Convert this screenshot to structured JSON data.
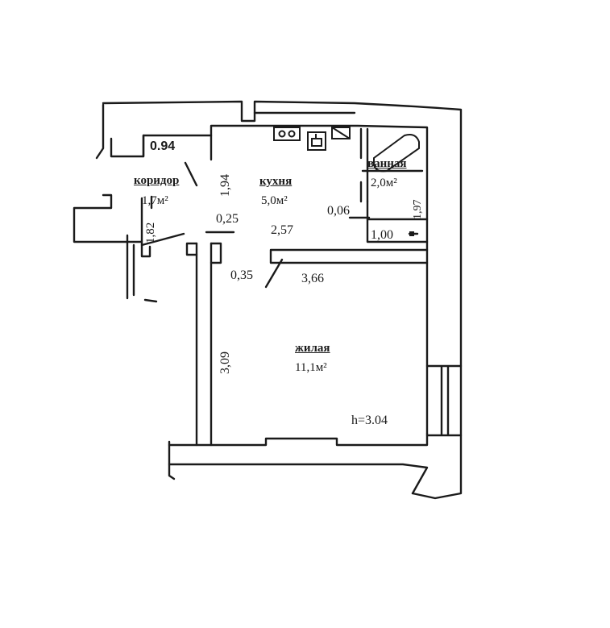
{
  "colors": {
    "ink": "#1a1a1a",
    "paper": "#ffffff"
  },
  "rooms": {
    "corridor": {
      "name": "коридор",
      "area": "1,7м²"
    },
    "kitchen": {
      "name": "кухня",
      "area": "5,0м²"
    },
    "bathroom": {
      "name": "ванная",
      "area": "2,0м²"
    },
    "living": {
      "name": "жилая",
      "area": "11,1м²"
    }
  },
  "dimensions": {
    "corridor_width": "0.94",
    "kitchen_height": "1,94",
    "corridor_height": "1,82",
    "wall_thickness": "0,25",
    "kitchen_width": "2,57",
    "bath_wall": "0,06",
    "bath_width": "1,00",
    "bath_height": "1,97",
    "partition": "0,35",
    "living_width": "3,66",
    "living_height": "3,09",
    "ceiling_height": "h=3.04"
  },
  "fixtures": [
    "stove-icon",
    "sink-icon",
    "bathtub-icon"
  ]
}
